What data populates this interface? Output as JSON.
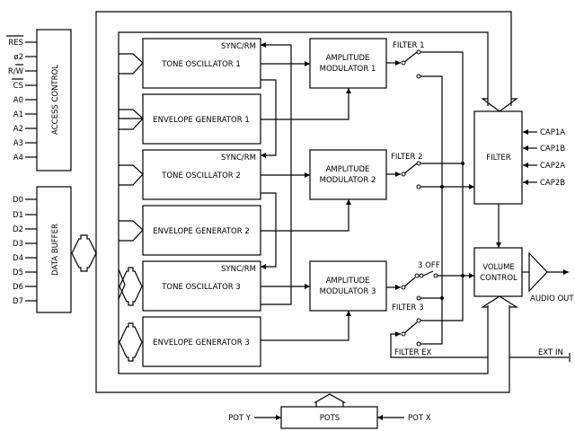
{
  "access_control": {
    "title": "ACCESS CONTROL",
    "pins": [
      "RES",
      "ø2",
      "R/W",
      "CS",
      "A0",
      "A1",
      "A2",
      "A3",
      "A4"
    ]
  },
  "data_buffer": {
    "title": "DATA BUFFER",
    "pins": [
      "D0",
      "D1",
      "D2",
      "D3",
      "D4",
      "D5",
      "D6",
      "D7"
    ]
  },
  "voices": [
    {
      "oscillator": "TONE OSCILLATOR 1",
      "sync": "SYNC/RM",
      "envelope": "ENVELOPE GENERATOR 1",
      "modulator": [
        "AMPLITUDE",
        "MODULATOR 1"
      ],
      "filter_switch": "FILTER 1"
    },
    {
      "oscillator": "TONE OSCILLATOR 2",
      "sync": "SYNC/RM",
      "envelope": "ENVELOPE GENERATOR 2",
      "modulator": [
        "AMPLITUDE",
        "MODULATOR 2"
      ],
      "filter_switch": "FILTER 2"
    },
    {
      "oscillator": "TONE OSCILLATOR 3",
      "sync": "SYNC/RM",
      "envelope": "ENVELOPE GENERATOR 3",
      "modulator": [
        "AMPLITUDE",
        "MODULATOR 3"
      ],
      "filter_switch": "FILTER 3"
    }
  ],
  "voice3_off": "3 OFF",
  "filter_ex": "FILTER EX",
  "filter": {
    "title": "FILTER",
    "caps": [
      "CAP1A",
      "CAP1B",
      "CAP2A",
      "CAP2B"
    ]
  },
  "volume": {
    "title": [
      "VOLUME",
      "CONTROL"
    ]
  },
  "audio_out": "AUDIO OUT",
  "ext_in": "EXT IN",
  "pots": {
    "title": "POTS",
    "pot_y": "POT Y",
    "pot_x": "POT X"
  }
}
